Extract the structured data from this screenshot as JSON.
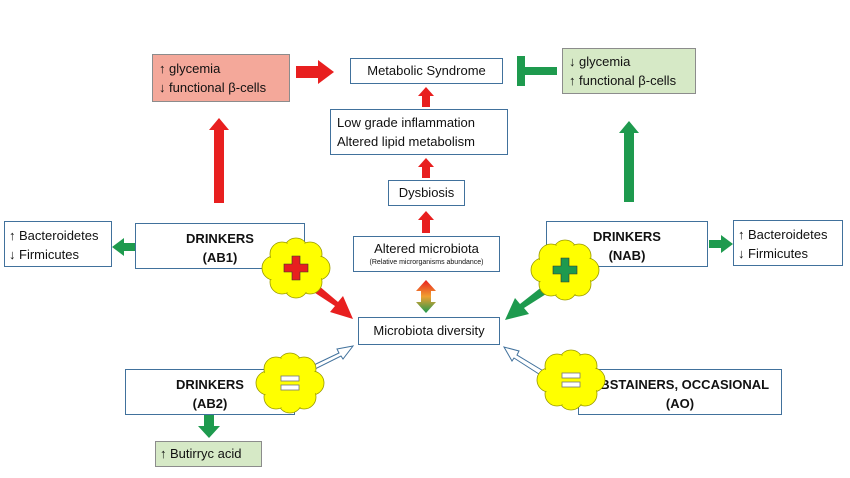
{
  "colors": {
    "red": "#e81f1f",
    "green": "#1e9a4e",
    "box_border": "#41719c",
    "red_fill": "#f4a89a",
    "green_fill": "#d6e9c6",
    "cloud": "#ffff00"
  },
  "boxes": {
    "metabolic_syndrome": "Metabolic Syndrome",
    "inflammation_line1": "Low grade inflammation",
    "inflammation_line2": "Altered lipid metabolism",
    "dysbiosis": "Dysbiosis",
    "altered_microbiota": "Altered microbiota",
    "altered_microbiota_note": "(Relative microrganisms abundance)",
    "microbiota_diversity": "Microbiota diversity",
    "left_effect": {
      "line1": "glycemia",
      "line2": "functional β-cells",
      "arrow1": "↑",
      "arrow2": "↓"
    },
    "right_effect": {
      "line1": "glycemia",
      "line2": "functional β-cells",
      "arrow1": "↓",
      "arrow2": "↑"
    },
    "ab1": {
      "line1": "DRINKERS",
      "line2": "(AB1)"
    },
    "nab": {
      "line1": "DRINKERS",
      "line2": "(NAB)"
    },
    "ab2": {
      "line1": "DRINKERS",
      "line2": "(AB2)"
    },
    "ao": {
      "line1": "ABSTAINERS, OCCASIONAL",
      "line2": "(AO)"
    },
    "bacteria_left": {
      "line1": "Bacteroidetes",
      "line2": "Firmicutes",
      "arrow1": "↑",
      "arrow2": "↓"
    },
    "bacteria_right": {
      "line1": "Bacteroidetes",
      "line2": "Firmicutes",
      "arrow1": "↑",
      "arrow2": "↓"
    },
    "butirryc": {
      "label": "Butirryc acid",
      "arrow": "↑"
    }
  },
  "clouds": {
    "ab1": "plus",
    "nab": "plus",
    "ab2": "equal",
    "ao": "equal"
  }
}
